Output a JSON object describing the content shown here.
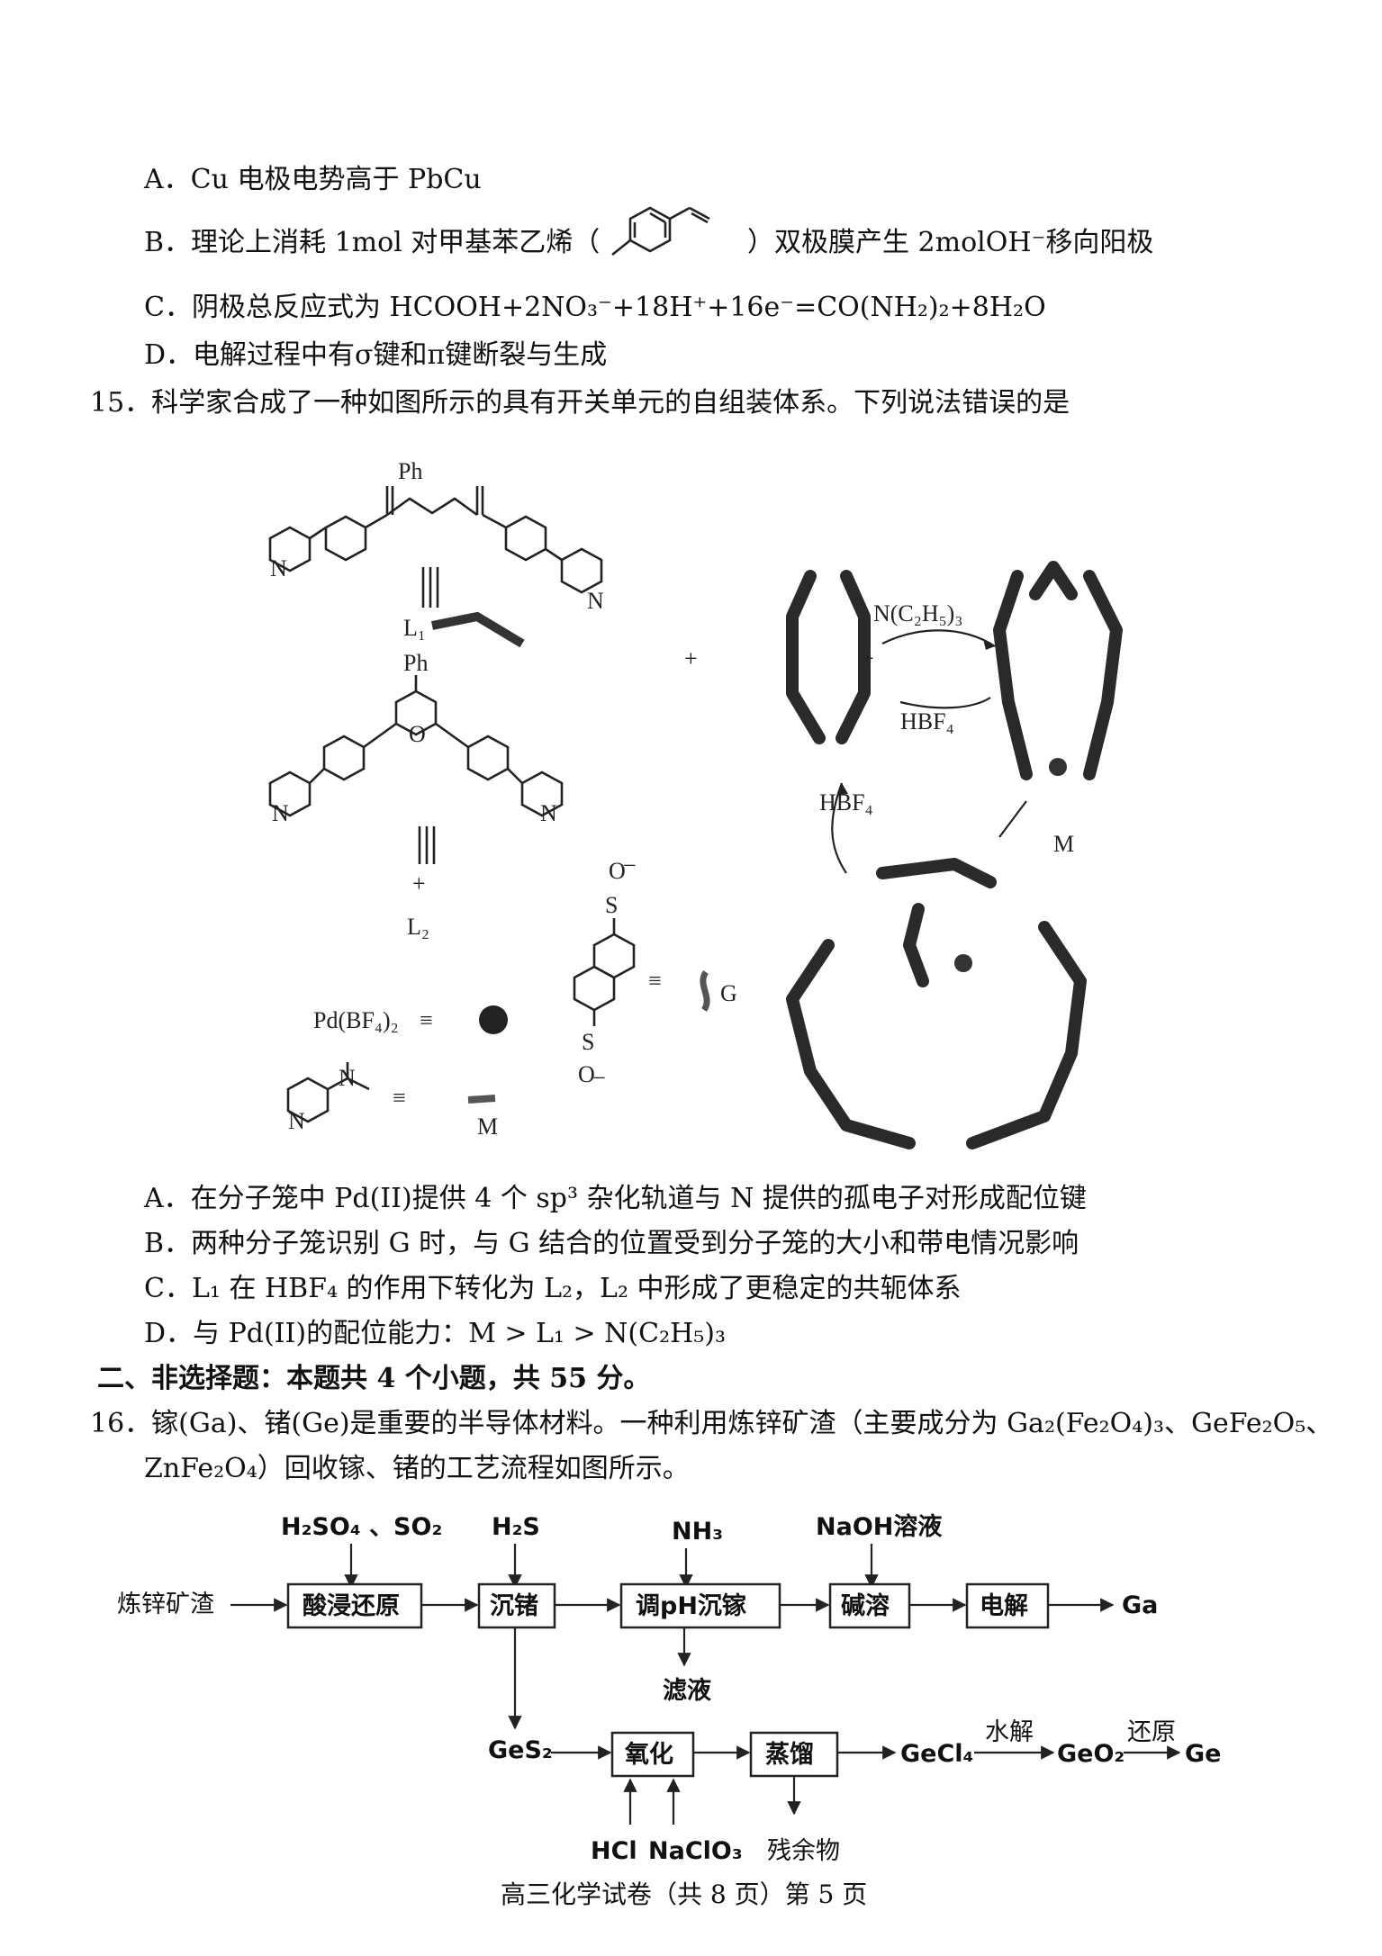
{
  "q14_options": {
    "A": "A．Cu 电极电势高于 PbCu",
    "B_pre": "B．理论上消耗 1mol 对甲基苯乙烯（",
    "B_post": "）双极膜产生 2molOH⁻移向阳极",
    "C": "C．阴极总反应式为 HCOOH+2NO₃⁻+18H⁺+16e⁻=CO(NH₂)₂+8H₂O",
    "D": "D．电解过程中有σ键和π键断裂与生成"
  },
  "q15": {
    "stem": "15．科学家合成了一种如图所示的具有开关单元的自组装体系。下列说法错误的是",
    "figure": {
      "ph_top": "Ph",
      "L1": "L₁",
      "ph_mid": "Ph",
      "o_plus": "O",
      "plus_sign": "+",
      "L2": "L₂",
      "pd_label": "Pd(BF₄)₂",
      "equiv": "≡",
      "G": "G",
      "M": "M",
      "M_arrow": "M",
      "net3": "N(C₂H₅)₃",
      "hbf4_top": "HBF₄",
      "hbf4_left": "HBF₄",
      "S_top": "S",
      "S_bottom": "S",
      "O": "O",
      "N": "N",
      "minus": "−"
    },
    "options": {
      "A": "A．在分子笼中 Pd(II)提供 4 个 sp³ 杂化轨道与 N 提供的孤电子对形成配位键",
      "B": "B．两种分子笼识别 G 时，与 G 结合的位置受到分子笼的大小和带电情况影响",
      "C": "C．L₁ 在 HBF₄ 的作用下转化为 L₂，L₂ 中形成了更稳定的共轭体系",
      "D": "D．与 Pd(II)的配位能力：M > L₁ > N(C₂H₅)₃"
    }
  },
  "section2": "二、非选择题：本题共 4 个小题，共 55 分。",
  "q16": {
    "line1": "16．镓(Ga)、锗(Ge)是重要的半导体材料。一种利用炼锌矿渣（主要成分为 Ga₂(Fe₂O₄)₃、GeFe₂O₅、",
    "line2": "ZnFe₂O₄）回收镓、锗的工艺流程如图所示。",
    "flow": {
      "input": "炼锌矿渣",
      "box1": "酸浸还原",
      "box2": "沉锗",
      "box3": "调pH沉镓",
      "box4": "碱溶",
      "box5": "电解",
      "out_ga": "Ga",
      "reag1": "H₂SO₄ 、SO₂",
      "reag2": "H₂S",
      "reag3": "NH₃",
      "reag4": "NaOH溶液",
      "filtrate": "滤液",
      "ges2": "GeS₂",
      "box6": "氧化",
      "box7": "蒸馏",
      "gecl4": "GeCl₄",
      "hydrolysis": "水解",
      "geo2": "GeO₂",
      "reduction": "还原",
      "ge": "Ge",
      "hcl": "HCl",
      "naclo3": "NaClO₃",
      "residue": "残余物"
    }
  },
  "footer": "高三化学试卷（共 8 页）第 5 页"
}
